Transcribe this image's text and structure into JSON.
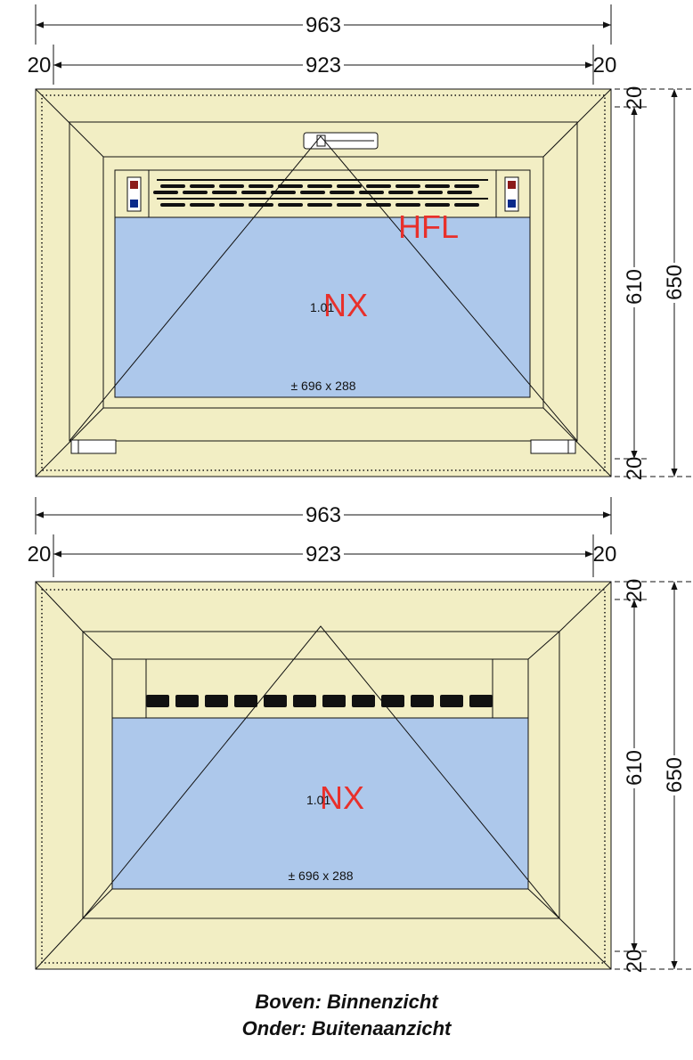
{
  "colors": {
    "frame": "#f2eec4",
    "glass": "#adc8eb",
    "dimension_line": "#111111",
    "type_code": "#e8302b",
    "handle_red": "#8b1a1a",
    "handle_blue": "#0a2a8a"
  },
  "views": [
    {
      "name": "binnenzicht",
      "dims": {
        "overall_width": "963",
        "inner_width": "923",
        "left_offset": "20",
        "right_offset": "20",
        "top_offset": "20",
        "inner_height": "610",
        "overall_height": "650",
        "bottom_offset": "20"
      },
      "hardware_code": "HFL",
      "type_code": "NX",
      "glass_id": "1.01",
      "glass_size": "± 696 x 288"
    },
    {
      "name": "buitenaanzicht",
      "dims": {
        "overall_width": "963",
        "inner_width": "923",
        "left_offset": "20",
        "right_offset": "20",
        "top_offset": "20",
        "inner_height": "610",
        "overall_height": "650",
        "bottom_offset": "20"
      },
      "type_code": "NX",
      "glass_id": "1.01",
      "glass_size": "± 696 x 288"
    }
  ],
  "caption": {
    "line1": "Boven: Binnenzicht",
    "line2": "Onder: Buitenaanzicht"
  }
}
